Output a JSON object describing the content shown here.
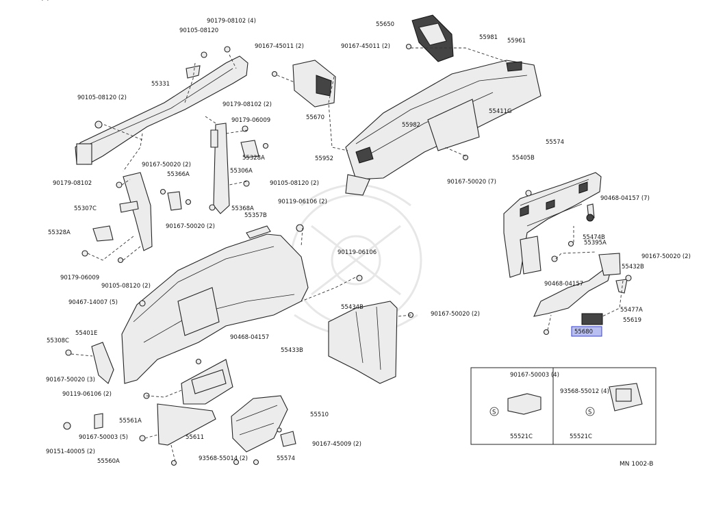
{
  "title_code": "MN 1002-B",
  "highlight_color": "#b9bff0",
  "part_labels": [
    "90179-08102 (4)",
    "90105-08120",
    "55331",
    "90105-08120 (2)",
    "90179-08102 (2)",
    "90179-06009",
    "90167-45011 (2)",
    "90167-45011 (2)",
    "55650",
    "55670",
    "55981",
    "55961",
    "55411G",
    "55982",
    "55952",
    "90167-50020 (7)",
    "55328A",
    "90167-50020 (2)",
    "55366A",
    "55306A",
    "90105-08120 (2)",
    "90179-08102",
    "55307C",
    "55368A",
    "55357B",
    "90167-50020 (2)",
    "90119-06106 (2)",
    "55328A",
    "90119-06106",
    "90179-06009",
    "90105-08120 (2)",
    "90467-14007 (5)",
    "55434B",
    "90167-50020 (2)",
    "55401E",
    "55308C",
    "90468-04157",
    "55433B",
    "90167-50020 (3)",
    "90119-06106 (2)",
    "55561A",
    "90167-50003 (5)",
    "55611",
    "55510",
    "90151-40005 (2)",
    "90167-45009 (2)",
    "55560A",
    "93568-55014 (2)",
    "55574",
    "55574",
    "55405B",
    "90468-04157 (7)",
    "55474B",
    "55395A",
    "90167-50020 (2)",
    "55432B",
    "90468-04157",
    "55477A",
    "55619",
    "55680",
    "90167-50003 (4)",
    "55521C",
    "93568-55012 (4)",
    "55521C",
    "93568-55012 (4)"
  ],
  "inset_symbols": [
    "S",
    "S"
  ]
}
